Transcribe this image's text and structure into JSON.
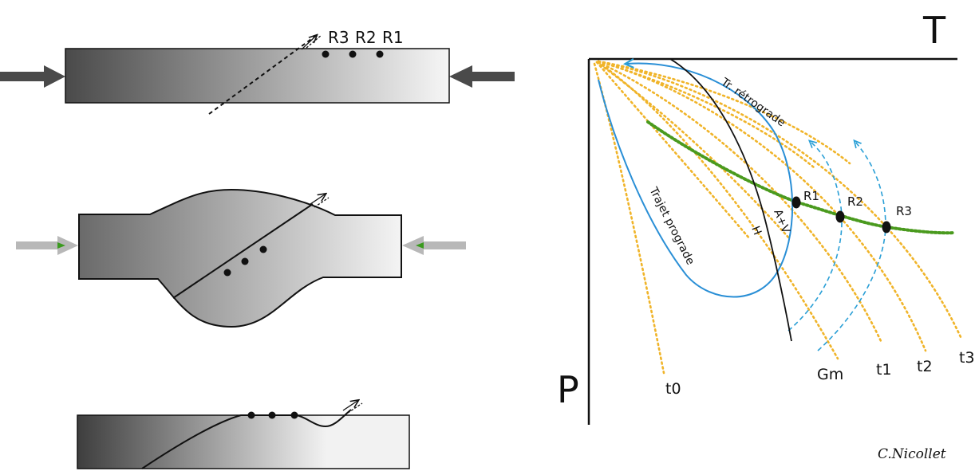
{
  "left_panel": {
    "top_block_labels": [
      "R3",
      "R2",
      "R1"
    ]
  },
  "pt_diagram": {
    "axis_t": "T",
    "axis_p": "P",
    "path_retrograde": "Tr. rétrograde",
    "path_prograde": "Trajet prograde",
    "curve_av": "A+V",
    "curve_h": "H",
    "points": [
      "R1",
      "R2",
      "R3"
    ],
    "isochrons": [
      "t0",
      "Gm",
      "t1",
      "t2",
      "t3"
    ]
  },
  "credit": "C.Nicollet",
  "colors": {
    "prograde_retrograde": "#2a8fd6",
    "isochron_dotted": "#f0b429",
    "green_locus": "#4a9a1e",
    "dashed_blue": "#2a9fd6",
    "dark_arrow": "#4a4a4a",
    "light_arrow": "#b8b8b8"
  }
}
